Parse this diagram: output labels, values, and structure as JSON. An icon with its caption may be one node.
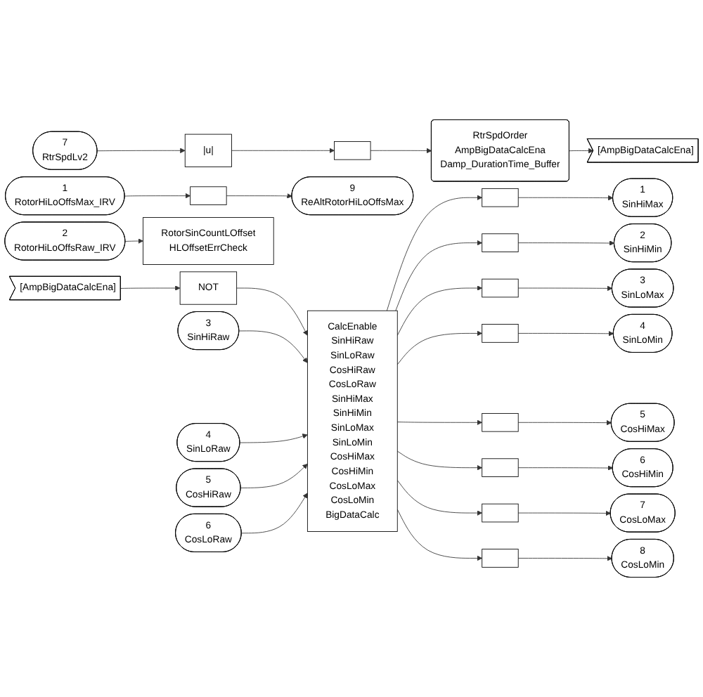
{
  "diagram": {
    "nodes": [
      {
        "text": [
          "7",
          "RtrSpdLv2"
        ]
      },
      {
        "text": [
          "|u|"
        ]
      },
      {
        "text": [],
        "shape": "box"
      },
      {
        "text": [
          "RtrSpdOrder",
          "AmpBigDataCalcEna",
          "Damp_DurationTime_Buffer"
        ]
      },
      {
        "text": [
          "[AmpBigDataCalcEna]"
        ]
      },
      {
        "text": [
          "1",
          "RotorHiLoOffsMax_IRV"
        ]
      },
      {
        "text": [],
        "shape": "box"
      },
      {
        "text": [
          "9",
          "ReAltRotorHiLoOffsMax"
        ]
      },
      {
        "text": [
          "2",
          "RotorHiLoOffsRaw_IRV"
        ]
      },
      {
        "text": [
          "RotorSinCountLOffset",
          "HLOffsetErrCheck"
        ]
      },
      {
        "text": [
          "[AmpBigDataCalcEna]"
        ]
      },
      {
        "text": [
          "NOT"
        ]
      },
      {
        "text": [
          "3",
          "SinHiRaw"
        ]
      },
      {
        "text": [
          "4",
          "SinLoRaw"
        ]
      },
      {
        "text": [
          "5",
          "CosHiRaw"
        ]
      },
      {
        "text": [
          "6",
          "CosLoRaw"
        ]
      },
      {
        "text": [
          "CalcEnable",
          "SinHiRaw",
          "SinLoRaw",
          "CosHiRaw",
          "CosLoRaw",
          "SinHiMax",
          "SinHiMin",
          "SinLoMax",
          "SinLoMin",
          "CosHiMax",
          "CosHiMin",
          "CosLoMax",
          "CosLoMin",
          "BigDataCalc"
        ]
      },
      {
        "text": [],
        "shape": "box"
      },
      {
        "text": [],
        "shape": "box"
      },
      {
        "text": [],
        "shape": "box"
      },
      {
        "text": [],
        "shape": "box"
      },
      {
        "text": [],
        "shape": "box"
      },
      {
        "text": [],
        "shape": "box"
      },
      {
        "text": [],
        "shape": "box"
      },
      {
        "text": [],
        "shape": "box"
      },
      {
        "text": [
          "1",
          "SinHiMax"
        ]
      },
      {
        "text": [
          "2",
          "SinHiMin"
        ]
      },
      {
        "text": [
          "3",
          "SinLoMax"
        ]
      },
      {
        "text": [
          "4",
          "SinLoMin"
        ]
      },
      {
        "text": [
          "5",
          "CosHiMax"
        ]
      },
      {
        "text": [
          "6",
          "CosHiMin"
        ]
      },
      {
        "text": [
          "7",
          "CosLoMax"
        ]
      },
      {
        "text": [
          "8",
          "CosLoMin"
        ]
      }
    ],
    "edges": [
      {
        "from": 0,
        "to": 1,
        "arrow": "to"
      },
      {
        "from": 1,
        "to": 2,
        "arrow": "to"
      },
      {
        "from": 2,
        "to": 3,
        "arrow": "to"
      },
      {
        "from": 3,
        "to": 4,
        "arrow": "to"
      },
      {
        "from": 5,
        "to": 6,
        "arrow": "to"
      },
      {
        "from": 6,
        "to": 7,
        "arrow": "to"
      },
      {
        "from": 8,
        "to": 9,
        "arrow": "to"
      },
      {
        "from": 10,
        "to": 11,
        "arrow": "to"
      },
      {
        "from": 11,
        "to": 16,
        "arrow": "to"
      },
      {
        "from": 12,
        "to": 16,
        "arrow": "to"
      },
      {
        "from": 13,
        "to": 16,
        "arrow": "to"
      },
      {
        "from": 14,
        "to": 16,
        "arrow": "to"
      },
      {
        "from": 15,
        "to": 16,
        "arrow": "to"
      },
      {
        "from": 16,
        "to": 17,
        "arrow": "to"
      },
      {
        "from": 16,
        "to": 18,
        "arrow": "to"
      },
      {
        "from": 16,
        "to": 19,
        "arrow": "to"
      },
      {
        "from": 16,
        "to": 20,
        "arrow": "to"
      },
      {
        "from": 16,
        "to": 21,
        "arrow": "to"
      },
      {
        "from": 16,
        "to": 22,
        "arrow": "to"
      },
      {
        "from": 16,
        "to": 23,
        "arrow": "to"
      },
      {
        "from": 16,
        "to": 24,
        "arrow": "to"
      },
      {
        "from": 17,
        "to": 25,
        "arrow": "to"
      },
      {
        "from": 18,
        "to": 26,
        "arrow": "to"
      },
      {
        "from": 19,
        "to": 27,
        "arrow": "to"
      },
      {
        "from": 20,
        "to": 28,
        "arrow": "to"
      },
      {
        "from": 21,
        "to": 29,
        "arrow": "to"
      },
      {
        "from": 22,
        "to": 30,
        "arrow": "to"
      },
      {
        "from": 23,
        "to": 31,
        "arrow": "to"
      },
      {
        "from": 24,
        "to": 32,
        "arrow": "to"
      }
    ]
  }
}
